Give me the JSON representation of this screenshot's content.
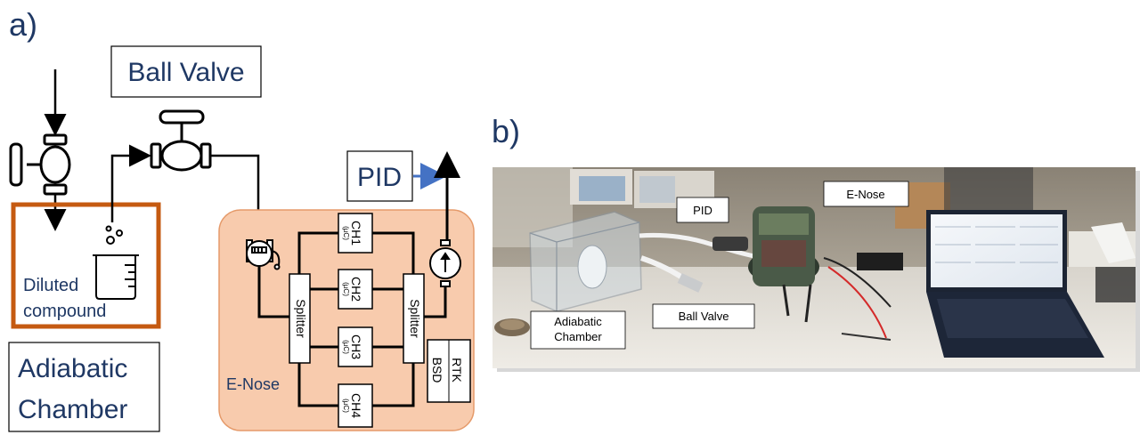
{
  "panel_a": {
    "label": "a)",
    "ball_valve_label": "Ball Valve",
    "pid_label": "PID",
    "diluted_compound": [
      "Diluted",
      "compound"
    ],
    "adiabatic_chamber": [
      "Adiabatic",
      "Chamber"
    ],
    "enose_label": "E-Nose",
    "splitter_label": "Splitter",
    "channels": [
      {
        "name": "CH1",
        "sub": "(µC)"
      },
      {
        "name": "CH2",
        "sub": "(µC)"
      },
      {
        "name": "CH3",
        "sub": "(µC)"
      },
      {
        "name": "CH4",
        "sub": "(µC)"
      }
    ],
    "sensors": [
      "RTK",
      "BSD"
    ]
  },
  "panel_b": {
    "label": "b)",
    "callouts": {
      "pid": "PID",
      "enose": "E-Nose",
      "adiabatic_chamber": [
        "Adiabatic",
        "Chamber"
      ],
      "ball_valve": "Ball Valve"
    }
  },
  "colors": {
    "label_blue": "#1f3864",
    "chamber_orange": "#c55a11",
    "enose_fill": "#f8cbad",
    "enose_stroke": "#e59a6a",
    "pid_arrow": "#4472c4"
  }
}
